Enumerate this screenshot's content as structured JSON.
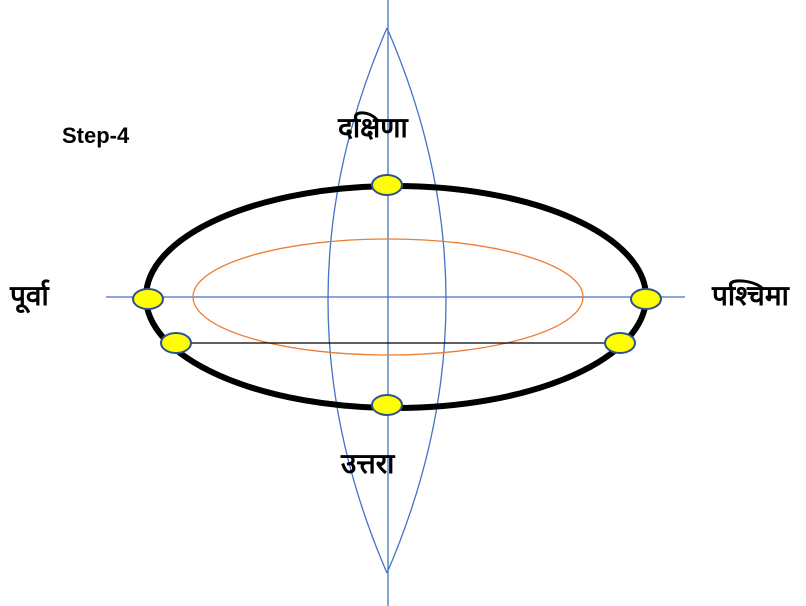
{
  "step": "Step-4",
  "directions": {
    "south": "दक्षिणा",
    "north": "उत्तरा",
    "east": "पूर्वा",
    "west": "पश्चिमा"
  },
  "colors": {
    "outer_ring": "#000000",
    "inner_ellipse": "#ED7D31",
    "construction_lines": "#4472C4",
    "chord": "#000000",
    "marker_fill": "#FFFF00",
    "marker_stroke": "#2F528F"
  }
}
